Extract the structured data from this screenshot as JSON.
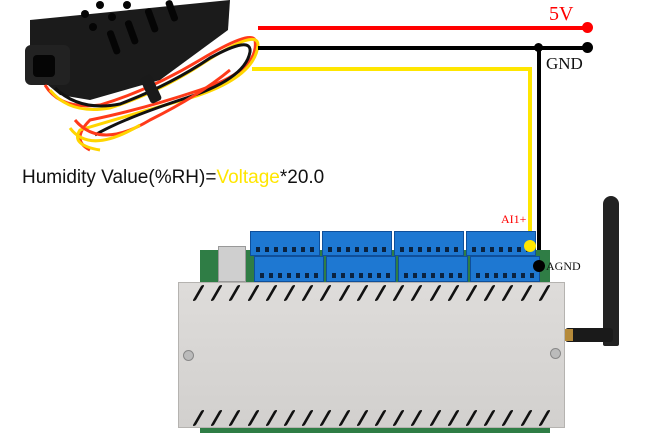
{
  "diagram": {
    "labels": {
      "v5": "5V",
      "gnd": "GND",
      "ai1": "AI1+",
      "agnd": "AGND"
    },
    "formula": {
      "prefix": "Humidity Value(%RH)=",
      "variable": "Voltage",
      "suffix": "*20.0"
    },
    "colors": {
      "power_wire": "#ff0000",
      "ground_wire": "#000000",
      "signal_wire": "#ffe600",
      "terminal_blue": "#1e78d2",
      "enclosure": "#d8d8d6"
    },
    "components": {
      "sensor": "humidity-sensor",
      "controller": "relay-controller-board",
      "antenna": "wifi-antenna"
    }
  }
}
